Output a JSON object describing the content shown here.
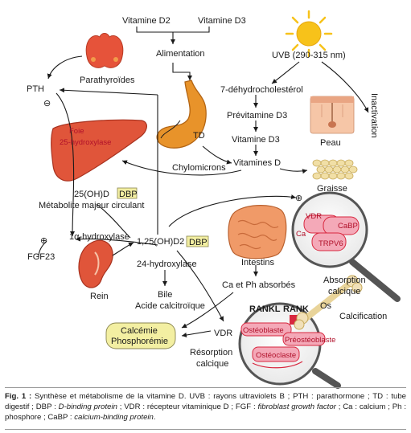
{
  "labels": {
    "vit_d2": "Vitamine D2",
    "vit_d3": "Vitamine D3",
    "alimentation": "Alimentation",
    "uvb": "UVB (290-315 nm)",
    "parathyroides": "Parathyroïdes",
    "pth": "PTH",
    "dehydro": "7-déhydrocholestérol",
    "previtamine": "Prévitamine D3",
    "vitamine_d3_mid": "Vitamine D3",
    "vitamines_d": "Vitamines D",
    "inactivation": "Inactivation",
    "peau": "Peau",
    "graisse": "Graisse",
    "foie_line1": "Foie",
    "foie_line2": "25-hydroxylase",
    "td": "TD",
    "chylomicrons": "Chylomicrons",
    "oh25d": "25(OH)D",
    "dbp1": "DBP",
    "metabolite": "Métabolite majeur circulant",
    "alpha_hydroxylase": "1α-hydroxylase",
    "oh2d2": "1,25(OH)D2",
    "dbp2": "DBP",
    "hydroxylase24": "24-hydroxylase",
    "fgf23": "FGF23",
    "rein": "Rein",
    "bile": "Bile",
    "acide": "Acide calcitroïque",
    "calcemie": "Calcémie",
    "phosphoremie": "Phosphorémie",
    "vdr_bottom": "VDR",
    "resorption1": "Résorption",
    "resorption2": "calcique",
    "intestins": "Intestins",
    "ca_ph": "Ca et Ph absorbés",
    "vdr_cell": "VDR",
    "cabp": "CaBP",
    "ca": "Ca",
    "trpv6": "TRPV6",
    "absorption1": "Absorption",
    "absorption2": "calcique",
    "os": "Os",
    "calcification": "Calcification",
    "rankl": "RANKL",
    "rank": "RANK",
    "osteoblaste": "Ostéoblaste",
    "preosteoblaste": "Préostéoblaste",
    "osteoclaste": "Ostéoclaste",
    "minus": "⊖",
    "plus": "⊕"
  },
  "caption": {
    "fig_label": "Fig. 1 :",
    "text1": "Synthèse et métabolisme de la vitamine D. UVB : rayons ultraviolets B ; PTH : parathormone ; TD : tube digestif ; DBP : ",
    "dbp_expansion": "D-binding protein",
    "text2": " ; VDR : récepteur vitaminique D ; FGF : ",
    "fgf_expansion": "fibroblast growth factor",
    "text3": " ; Ca : calcium ; Ph : phosphore ; CaBP : ",
    "cabp_expansion": "calcium-binding protein",
    "text4": "."
  },
  "colors": {
    "organ_red": "#e0553a",
    "stomach_orange": "#e8932a",
    "sun_yellow": "#f7c21a",
    "bone_cream": "#f1e0b8",
    "dbp_box": "#f3efa2",
    "calcemie_box": "#f3efa2",
    "cell_pink": "#f4a9b8",
    "cell_red": "#d8283f"
  }
}
